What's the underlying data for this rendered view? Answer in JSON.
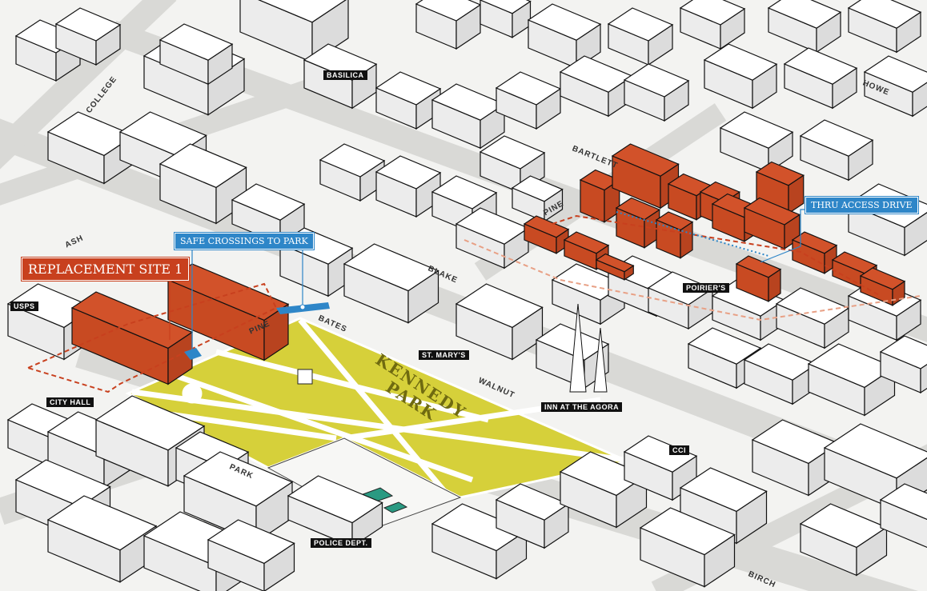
{
  "map": {
    "callouts": {
      "replacement_site": "REPLACEMENT SITE 1",
      "safe_crossings": "SAFE CROSSINGS TO PARK",
      "thru_access": "THRU ACCESS DRIVE"
    },
    "landmarks": {
      "basilica": "BASILICA",
      "usps": "USPS",
      "city_hall": "CITY HALL",
      "poiriers": "POIRIER'S",
      "st_marys": "ST. MARY'S",
      "inn": "INN AT THE AGORA",
      "cci": "CCI",
      "police": "POLICE DEPT."
    },
    "streets": {
      "college": "COLLEGE",
      "howe": "HOWE",
      "bartlett": "BARTLETT",
      "pine_north": "PINE",
      "ash": "ASH",
      "blake": "BLAKE",
      "pine_south": "PINE",
      "bates": "BATES",
      "walnut": "WALNUT",
      "park": "PARK",
      "birch": "BIRCH"
    },
    "park_name": "KENNEDY PARK",
    "colors": {
      "park": "#d6d03a",
      "site": "#d2522a",
      "accent_blue": "#2e86c8",
      "road": "#d9d9d6",
      "ground": "#f3f3f1"
    }
  }
}
